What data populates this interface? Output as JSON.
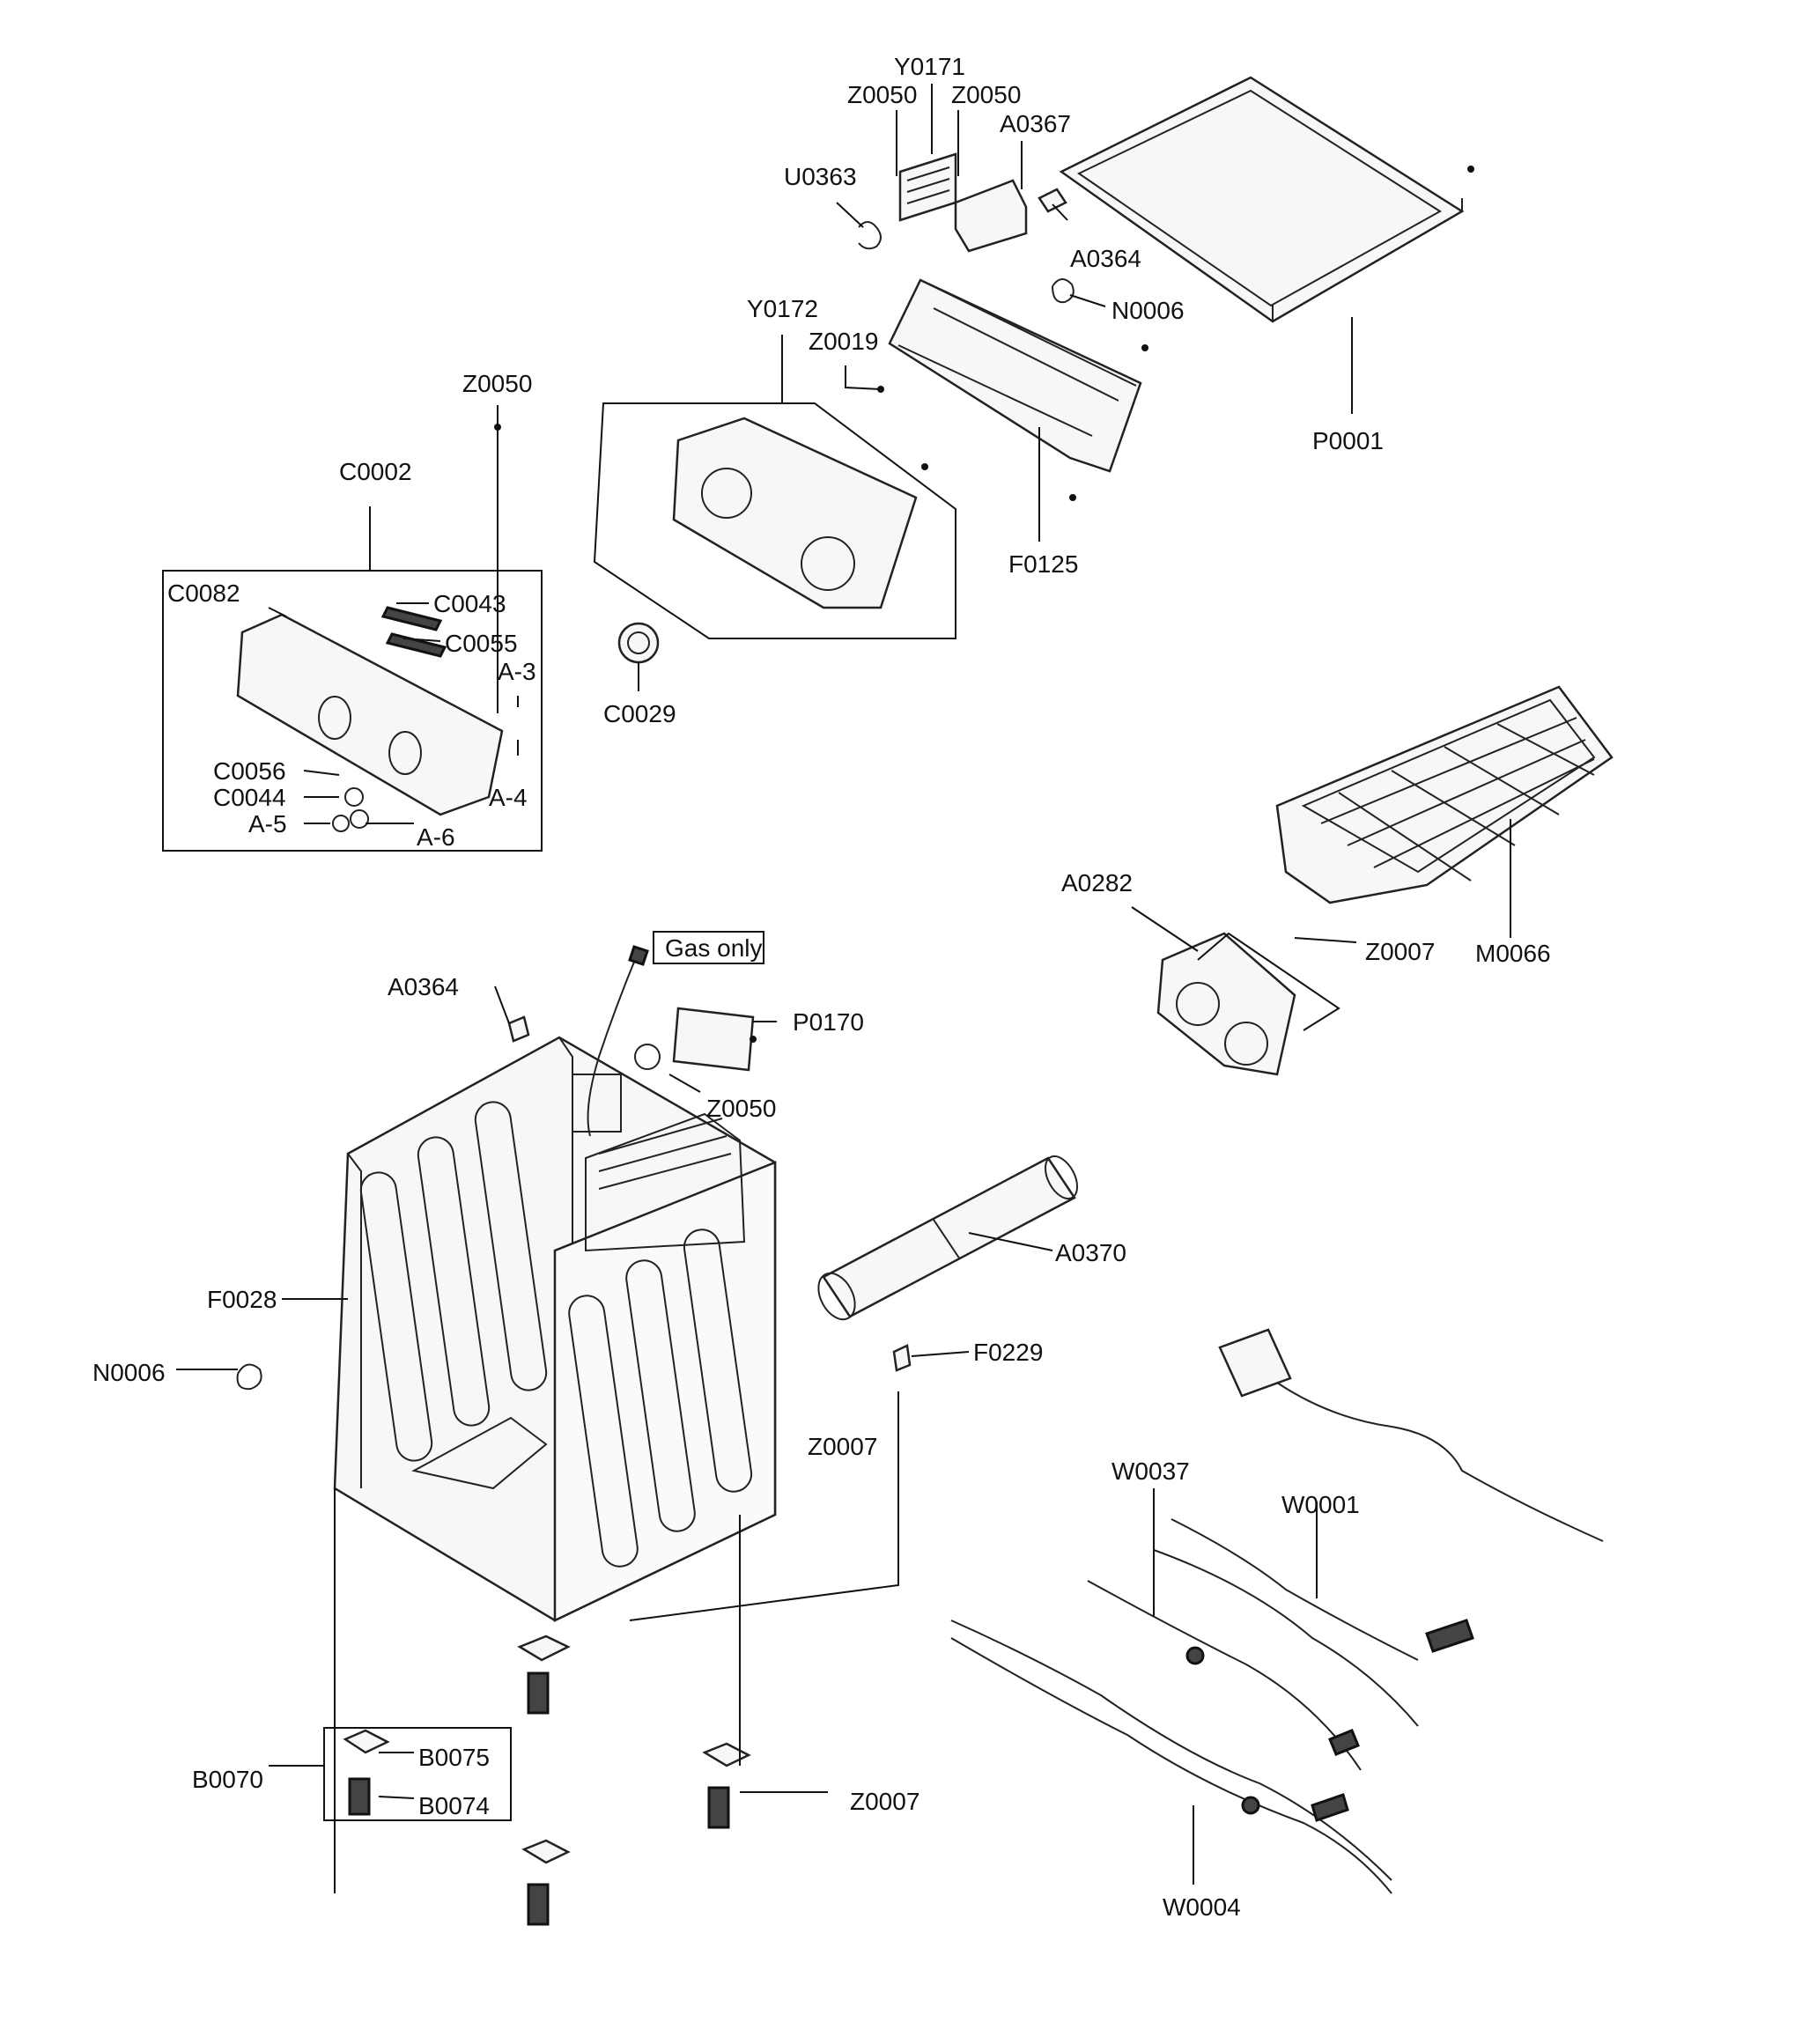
{
  "labels": {
    "Y0171": "Y0171",
    "Z0050_a": "Z0050",
    "Z0050_b": "Z0050",
    "A0367": "A0367",
    "U0363": "U0363",
    "A0364_top": "A0364",
    "N0006_top": "N0006",
    "P0001": "P0001",
    "Y0172": "Y0172",
    "Z0019": "Z0019",
    "F0125": "F0125",
    "Z0050_c": "Z0050",
    "C0002": "C0002",
    "C0082": "C0082",
    "C0043": "C0043",
    "C0055": "C0055",
    "A_3": "A-3",
    "A_4": "A-4",
    "C0056": "C0056",
    "C0044": "C0044",
    "A_5": "A-5",
    "A_6": "A-6",
    "C0029": "C0029",
    "A0282": "A0282",
    "Z0007_a": "Z0007",
    "M0066": "M0066",
    "A0364_mid": "A0364",
    "gas_only": "Gas only",
    "P0170": "P0170",
    "Z0050_d": "Z0050",
    "A0370": "A0370",
    "F0028": "F0028",
    "N0006_left": "N0006",
    "F0229": "F0229",
    "Z0007_b": "Z0007",
    "W0037": "W0037",
    "W0001": "W0001",
    "B0075": "B0075",
    "B0070": "B0070",
    "B0074": "B0074",
    "Z0007_c": "Z0007",
    "W0004": "W0004"
  }
}
